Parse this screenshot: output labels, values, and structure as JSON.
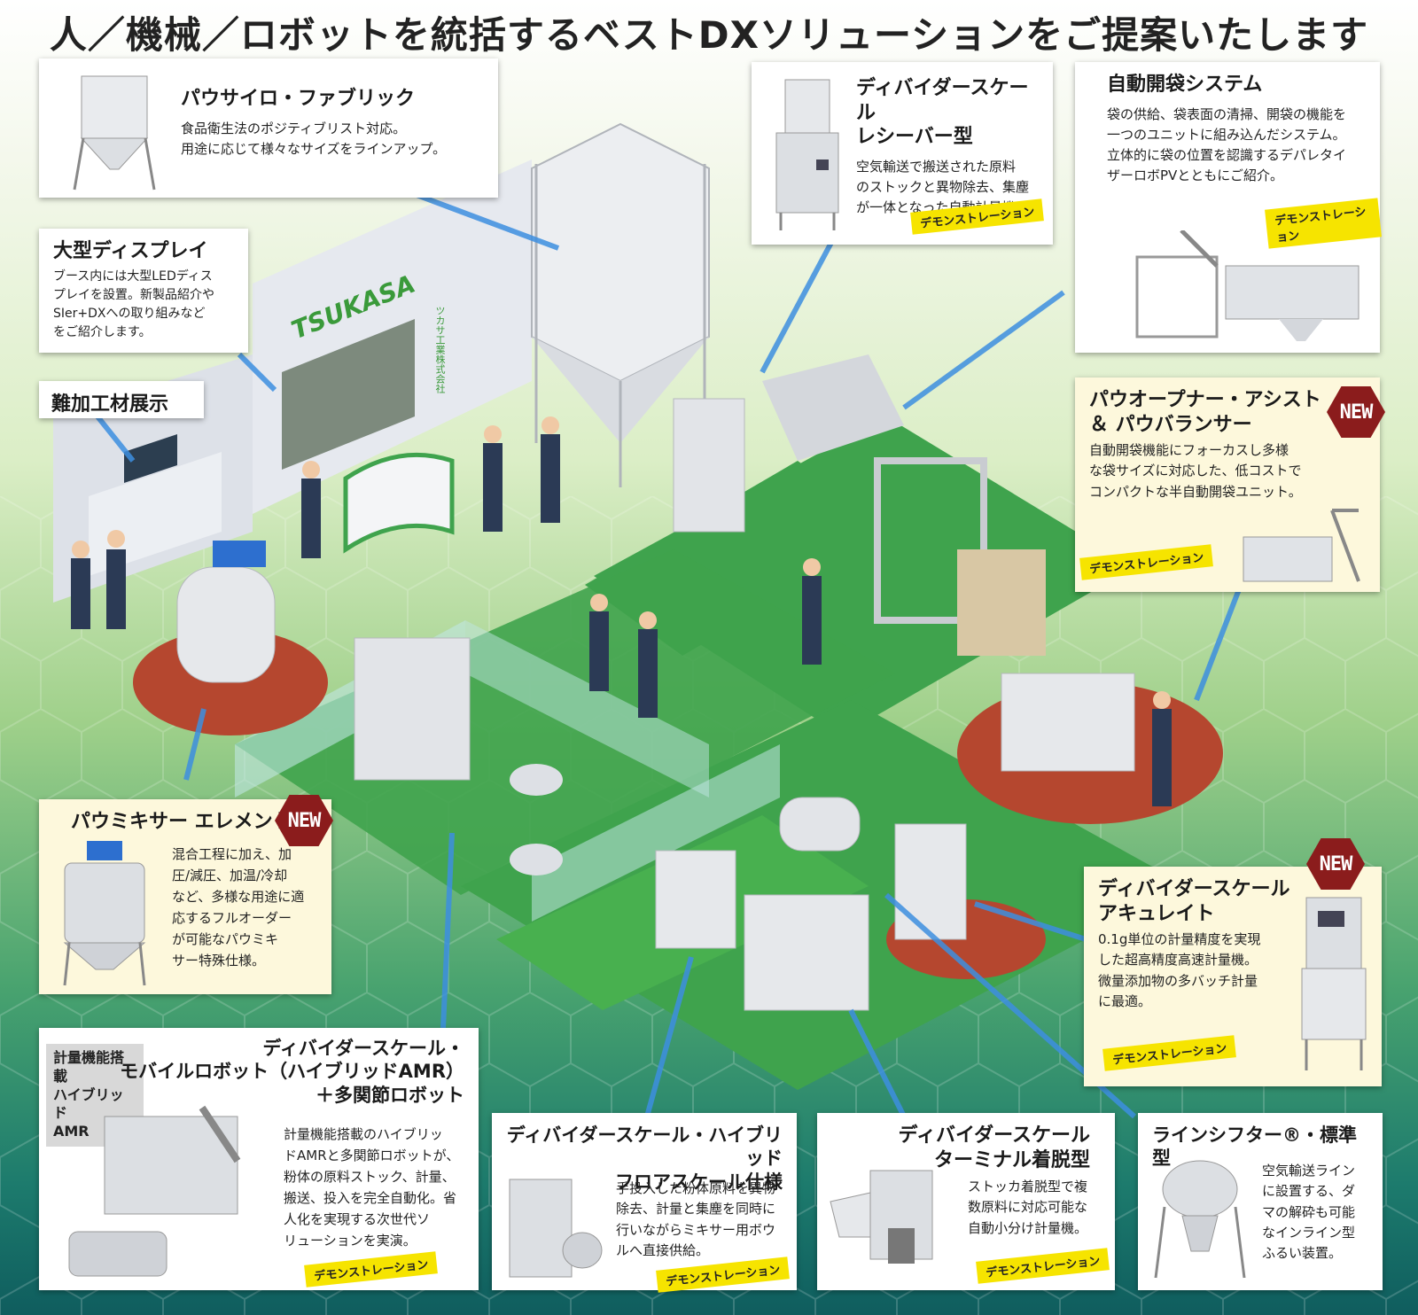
{
  "title": "人／機械／ロボットを統括するベストDXソリューションをご提案いたします",
  "booth_logo": "TSUKASA",
  "booth_sign": "ツカサ工業株式会社",
  "demo_label": "デモンストレーション",
  "new_label": "NEW",
  "cards": {
    "pau_silo": {
      "title": "パウサイロ・ファブリック",
      "desc": "食品衛生法のポジティブリスト対応。\n用途に応じて様々なサイズをラインアップ。"
    },
    "large_display": {
      "title": "大型ディスプレイ",
      "desc": "ブース内には大型LEDディス\nプレイを設置。新製品紹介や\nSIer+DXへの取り組みなど\nをご紹介します。"
    },
    "difficult_material": {
      "title": "難加工材展示"
    },
    "receiver": {
      "title": "ディバイダースケール\nレシーバー型",
      "desc": "空気輸送で搬送された原料\nのストックと異物除去、集塵\nが一体となった自動計量機。"
    },
    "auto_bag": {
      "title": "自動開袋システム",
      "desc": "袋の供給、袋表面の清掃、開袋の機能を\n一つのユニットに組み込んだシステム。\n立体的に袋の位置を認識するデパレタイ\nザーロボPVとともにご紹介。"
    },
    "opener_assist": {
      "title": "パウオープナー・アシスト\n＆ パウバランサー",
      "desc": "自動開袋機能にフォーカスし多様\nな袋サイズに対応した、低コストで\nコンパクトな半自動開袋ユニット。"
    },
    "mixer_element": {
      "title": "パウミキサー エレメント",
      "desc": "混合工程に加え、加\n圧/減圧、加温/冷却\nなど、多様な用途に適\n応するフルオーダー\nが可能なパウミキ\nサー特殊仕様。"
    },
    "accurate": {
      "title": "ディバイダースケール\nアキュレイト",
      "desc": "0.1g単位の計量精度を実現\nした超高精度高速計量機。\n微量添加物の多バッチ計量\nに最適。"
    },
    "mobile_robot": {
      "tag": "計量機能搭載\nハイブリッド\nAMR",
      "title": "ディバイダースケール・\nモバイルロボット（ハイブリッドAMR）\n＋多関節ロボット",
      "desc": "計量機能搭載のハイブリッ\nドAMRと多関節ロボットが、\n粉体の原料ストック、計量、\n搬送、投入を完全自動化。省\n人化を実現する次世代ソ\nリューションを実演。"
    },
    "floor_scale": {
      "title": "ディバイダースケール・ハイブリッド\nフロアスケール仕様",
      "desc": "手投入した粉体原料を異物\n除去、計量と集塵を同時に\n行いながらミキサー用ボウ\nルへ直接供給。"
    },
    "terminal": {
      "title": "ディバイダースケール\nターミナル着脱型",
      "desc": "ストッカ着脱型で複\n数原料に対応可能な\n自動小分け計量機。"
    },
    "line_sifter": {
      "title": "ラインシフター®・標準型",
      "desc": "空気輸送ライン\nに設置する、ダ\nマの解砕も可能\nなインライン型\nふるい装置。"
    }
  },
  "colors": {
    "floor_green": "#3fa34d",
    "floor_red": "#b5472f",
    "badge_yellow": "#f6e400",
    "new_red": "#8b1c1c",
    "brand_green": "#3a9a3a"
  }
}
